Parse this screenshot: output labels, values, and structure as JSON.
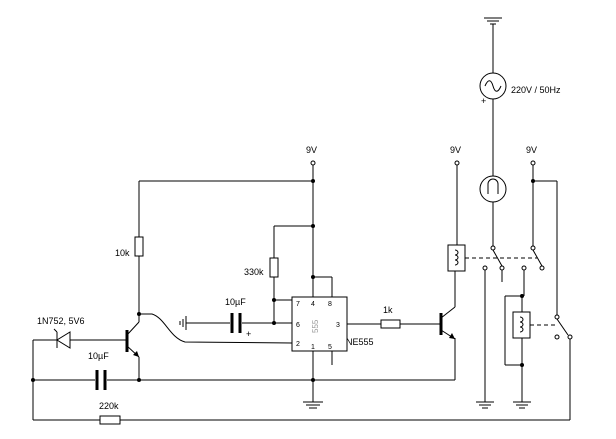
{
  "supply": {
    "ac_label": "220V / 50Hz",
    "ac_polarity": "+",
    "vcc_left": "9V",
    "vcc_mid": "9V",
    "vcc_right": "9V"
  },
  "components": {
    "r_pullup": "10k",
    "r_timing": "330k",
    "r_base": "1k",
    "r_feedback": "220k",
    "c_timing": "10µF",
    "c_timing_polarity": "+",
    "c_feedback": "10µF",
    "zener": "1N752, 5V6",
    "ic_name": "NE555",
    "ic_body_mark": "555"
  },
  "ic_pins": {
    "p7": "7",
    "p4": "4",
    "p8": "8",
    "p6": "6",
    "p3": "3",
    "p2": "2",
    "p1": "1",
    "p5": "5"
  }
}
